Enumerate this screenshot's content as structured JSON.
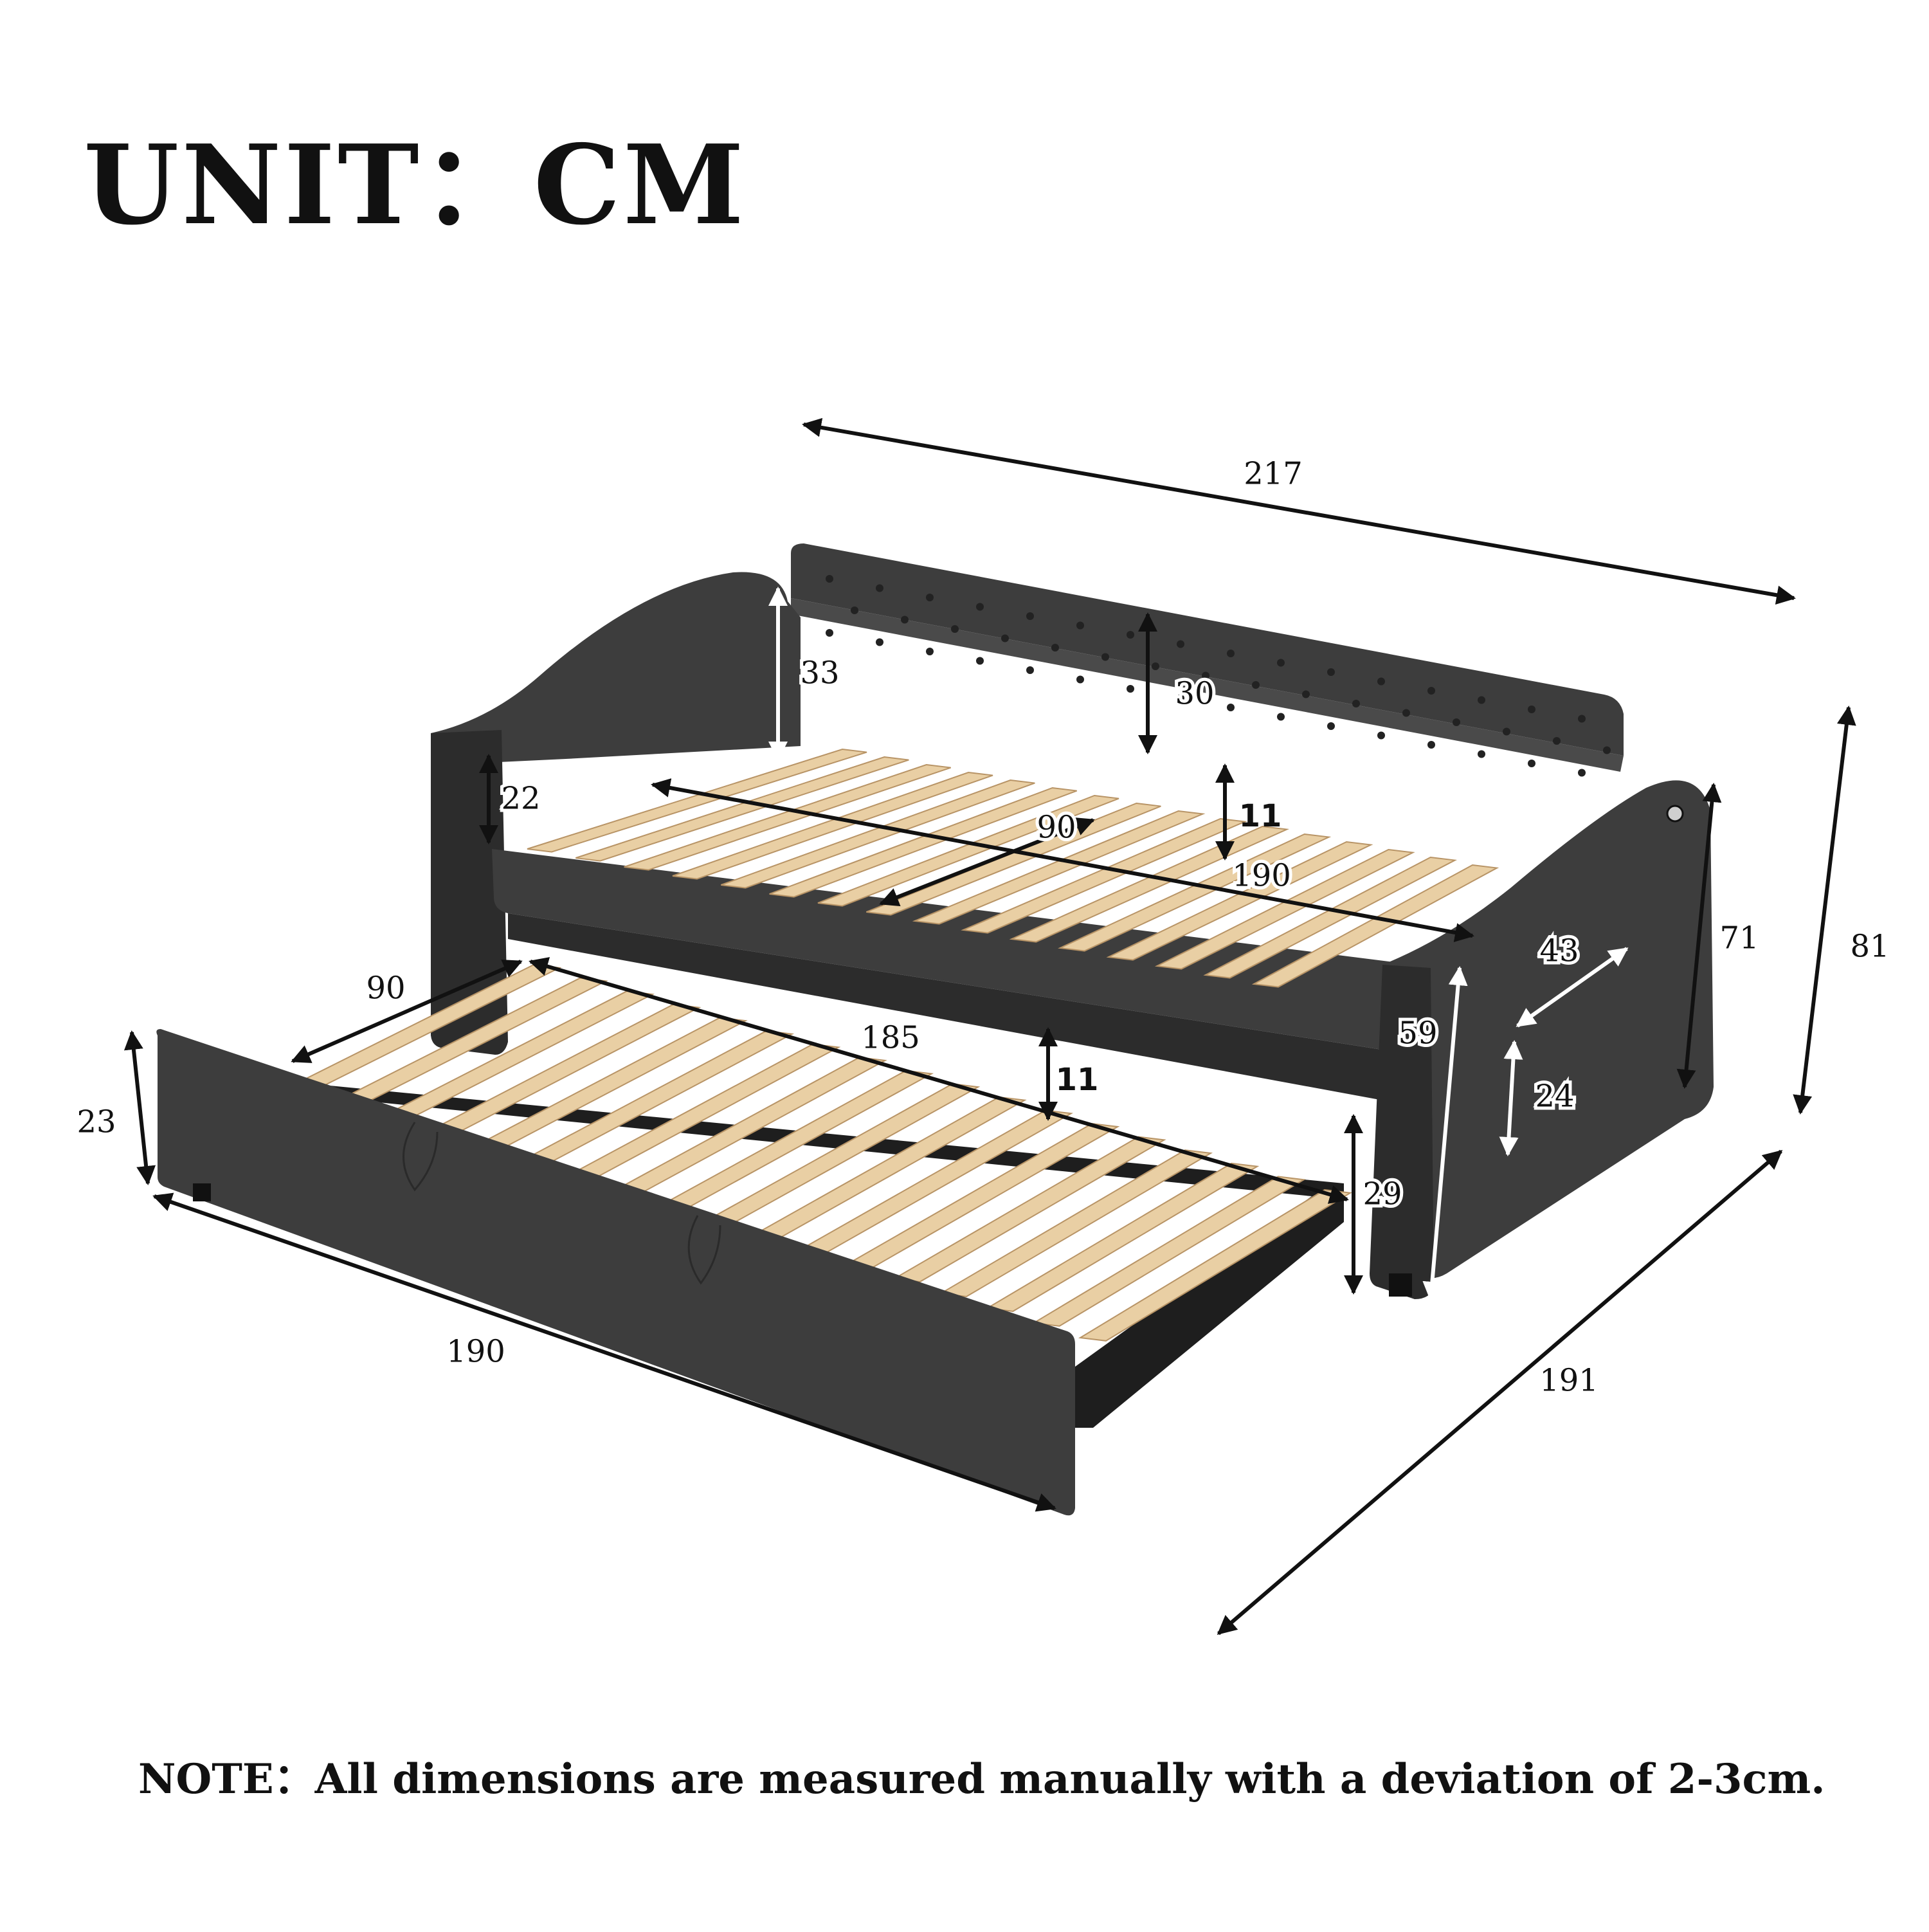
{
  "header": {
    "unit_label": "UNIT：CM"
  },
  "footer": {
    "note": "NOTE：All dimensions are measured manually with a deviation of 2-3cm."
  },
  "dimensions": {
    "overall_length": "217",
    "overall_depth": "191",
    "overall_height": "81",
    "arm_height": "71",
    "backrest_height": "30",
    "arm_inner_height": "33",
    "side_panel_height": "22",
    "mattress_depth_main": "11",
    "main_width": "90",
    "main_length": "190",
    "arm_depth": "43",
    "front_arm_height": "59",
    "arm_lower_height": "24",
    "trundle_gap_height": "29",
    "trundle_width": "90",
    "trundle_length": "185",
    "mattress_depth_trundle": "11",
    "trundle_height": "23",
    "trundle_outer_length": "190"
  },
  "colors": {
    "fabric": "#3d3d3d",
    "slat": "#e9cfa4",
    "frame": "#1e1e1e",
    "text": "#111111"
  }
}
